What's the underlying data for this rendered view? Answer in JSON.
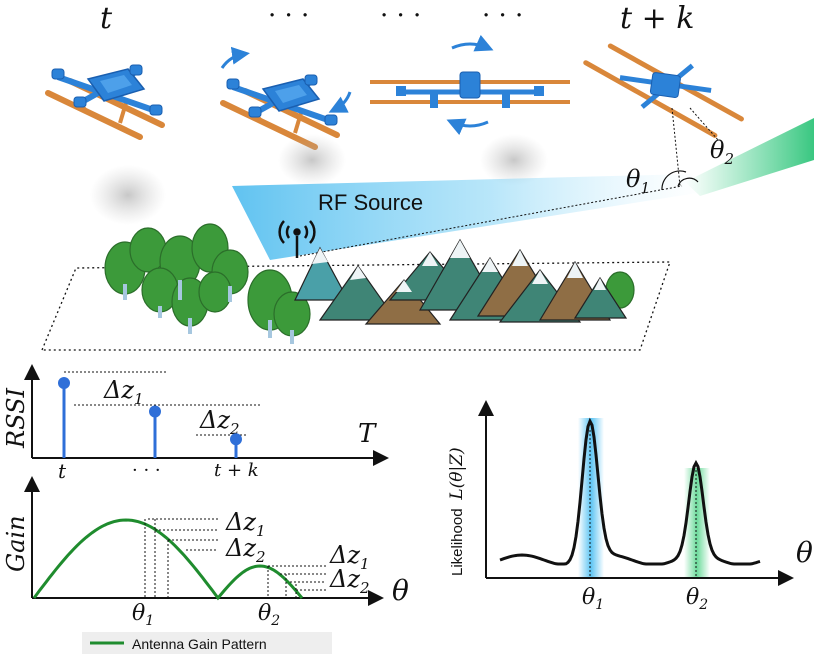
{
  "timeline": {
    "t_start": "t",
    "dots_1": "· · ·",
    "dots_2": "· · ·",
    "dots_3": "· · ·",
    "t_end": "t + k"
  },
  "scene": {
    "rf_source_label": "RF Source",
    "theta1": "θ",
    "theta1_sub": "1",
    "theta2": "θ",
    "theta2_sub": "2"
  },
  "rssi_plot": {
    "ylabel": "RSSI",
    "xlabel": "T",
    "tick_t": "t",
    "tick_dots": "· · ·",
    "tick_tk": "t + k",
    "dz1": "Δz",
    "dz1_sub": "1",
    "dz2": "Δz",
    "dz2_sub": "2",
    "stem_values": [
      1.0,
      0.62,
      0.25
    ],
    "stem_color": "#2f6fd8"
  },
  "gain_plot": {
    "ylabel": "Gain",
    "xlabel": "θ",
    "tick_theta1": "θ",
    "tick_theta1_sub": "1",
    "tick_theta2": "θ",
    "tick_theta2_sub": "2",
    "dz1_a": "Δz",
    "dz1_a_sub": "1",
    "dz2_a": "Δz",
    "dz2_a_sub": "2",
    "dz1_b": "Δz",
    "dz1_b_sub": "1",
    "dz2_b": "Δz",
    "dz2_b_sub": "2",
    "curve_color": "#1f8c2e",
    "legend_label": "Antenna Gain Pattern"
  },
  "likelihood_plot": {
    "ylabel_word": "Likelihood",
    "ylabel_math": "L(θ|Z)",
    "xlabel": "θ",
    "tick_theta1": "θ",
    "tick_theta1_sub": "1",
    "tick_theta2": "θ",
    "tick_theta2_sub": "2",
    "peak1_glow": "#35b6f0",
    "peak2_glow": "#3ccf7a"
  },
  "colors": {
    "drone": "#2c82d8",
    "drone_dark": "#1a5fb0",
    "rotor_arrow": "#2c82d8",
    "legs": "#d9873a",
    "tree": "#3c9a3a",
    "mountain": "#3f8576",
    "mountain_brown": "#8f6e45",
    "rf_beam": "#5cc6f2",
    "green_beam": "#3fd08a"
  }
}
